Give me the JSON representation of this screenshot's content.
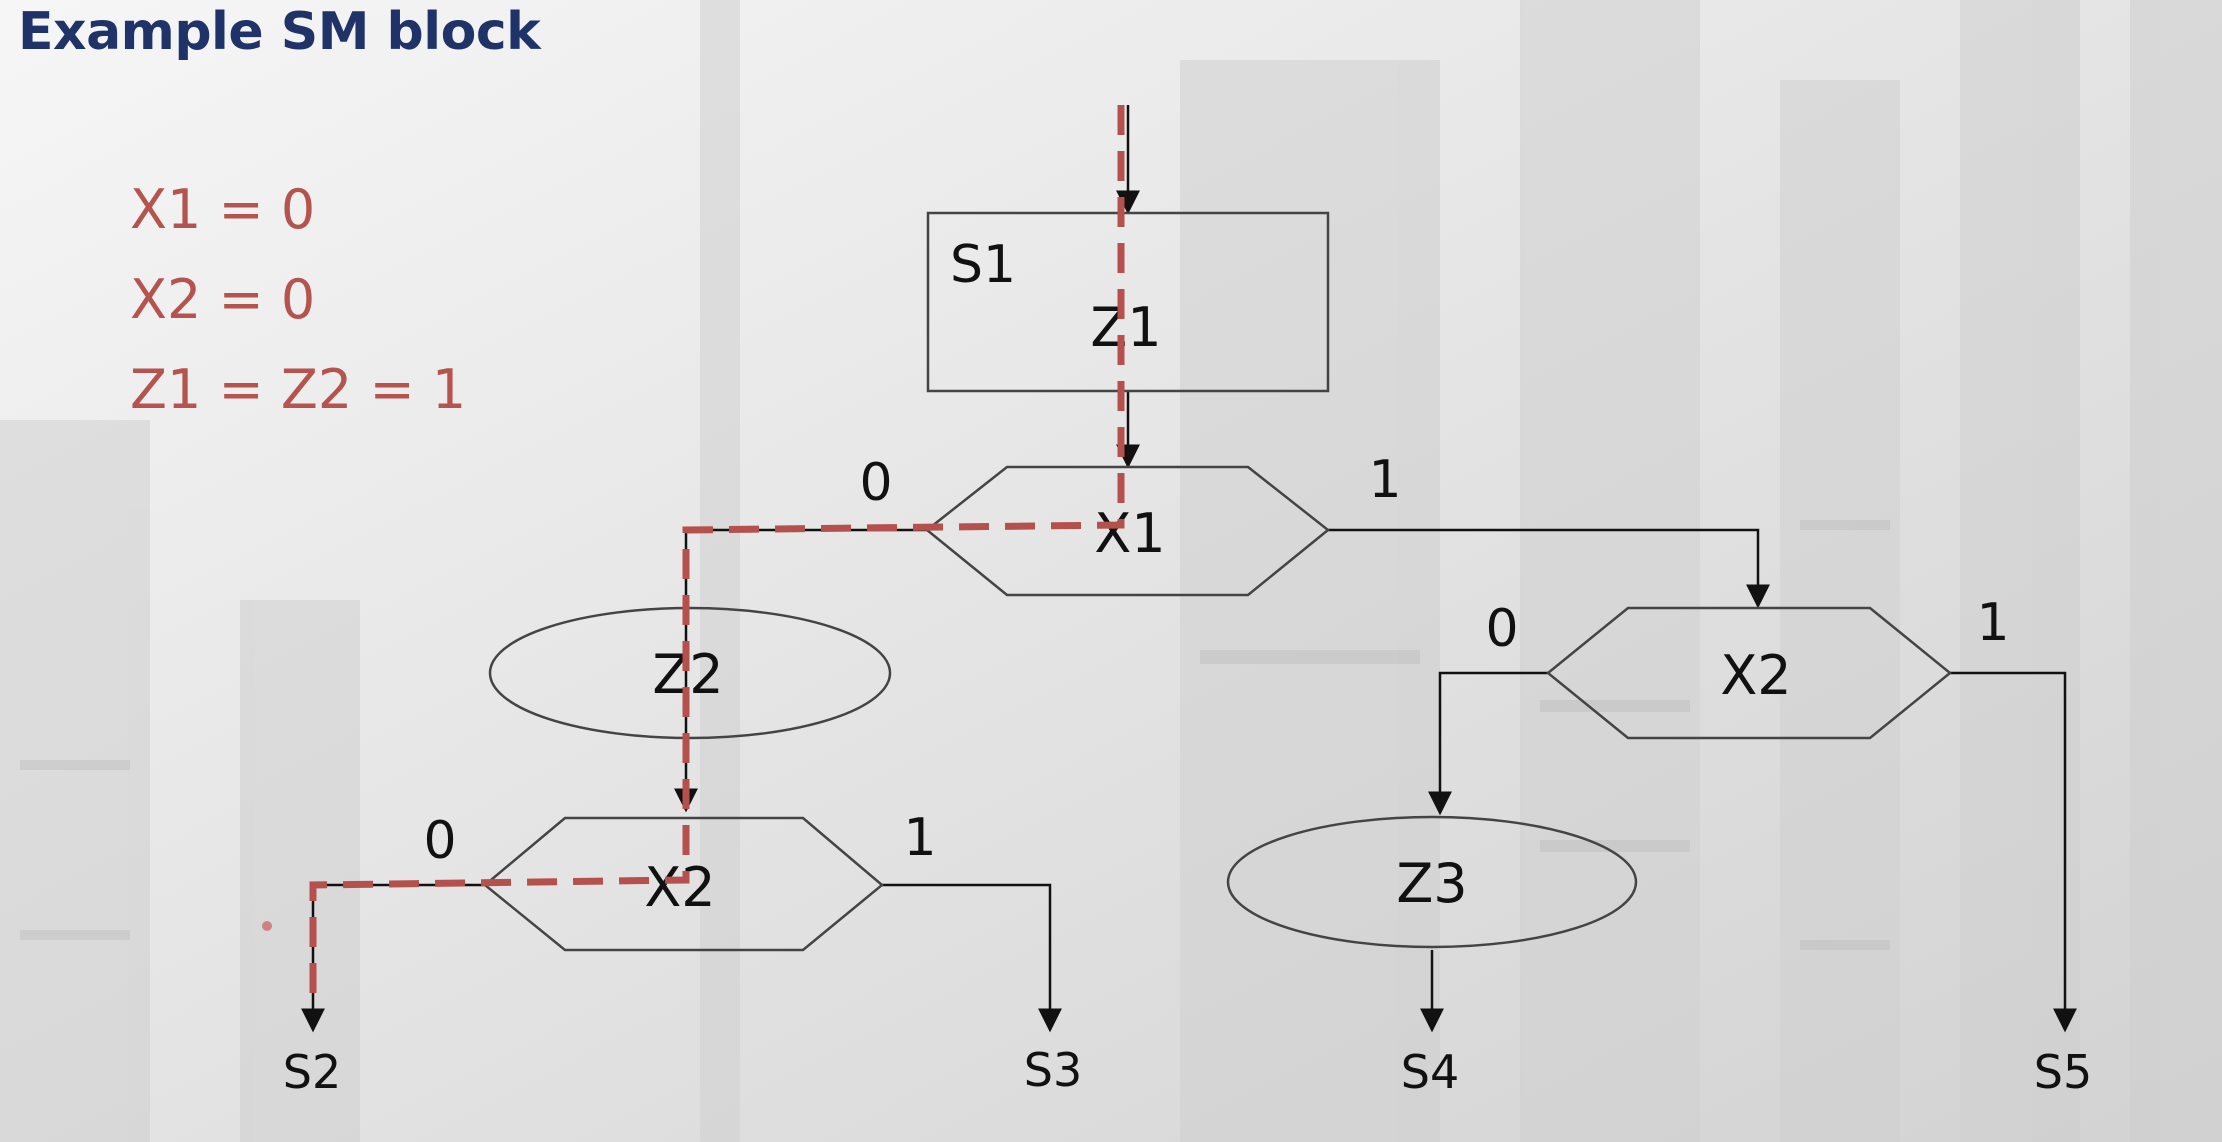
{
  "title": "Example SM block",
  "conditions": [
    "X1 = 0",
    "X2 = 0",
    "Z1 = Z2 = 1"
  ],
  "state": {
    "name": "S1",
    "output": "Z1"
  },
  "decisions": {
    "x1": "X1",
    "x2_left": "X2",
    "x2_right": "X2"
  },
  "conditional_outputs": {
    "z2": "Z2",
    "z3": "Z3"
  },
  "branch_labels": {
    "x1_false": "0",
    "x1_true": "1",
    "x2_left_false": "0",
    "x2_left_true": "1",
    "x2_right_false": "0",
    "x2_right_true": "1"
  },
  "exits": [
    "S2",
    "S3",
    "S4",
    "S5"
  ],
  "colors": {
    "title": "#1f3368",
    "highlight": "#b4514c",
    "line": "#111111"
  }
}
